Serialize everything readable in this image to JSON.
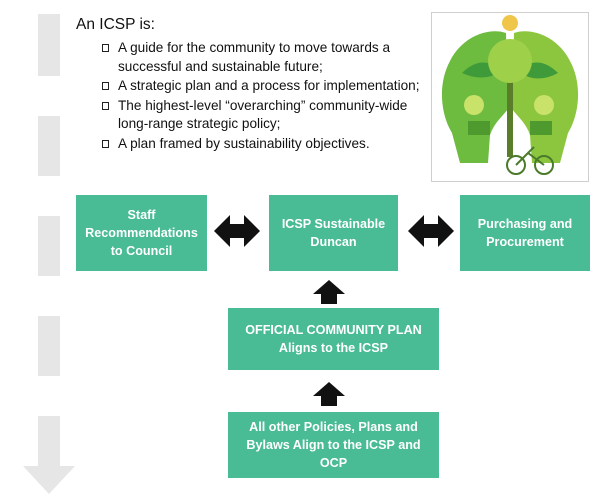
{
  "intro": {
    "title": "An ICSP is:",
    "bullets": [
      "A guide for the community to move towards a successful and sustainable future;",
      "A strategic plan and a process for implementation;",
      "The highest-level “overarching” community-wide long-range strategic policy;",
      "A plan framed by sustainability objectives."
    ]
  },
  "boxes": {
    "staff": "Staff Recommendations to Council",
    "icsp": "ICSP Sustainable Duncan",
    "purchasing": "Purchasing and Procurement",
    "ocp": "OFFICIAL COMMUNITY PLAN Aligns to the ICSP",
    "other": "All other Policies, Plans and Bylaws Align to the ICSP and OCP"
  },
  "colors": {
    "box": "#49bb95",
    "arrow": "#111111",
    "side_arrow": "#e6e6e6"
  },
  "icons": [
    "double-arrow-icon",
    "up-arrow-icon",
    "down-arrow-icon",
    "sustainability-head-illustration"
  ]
}
